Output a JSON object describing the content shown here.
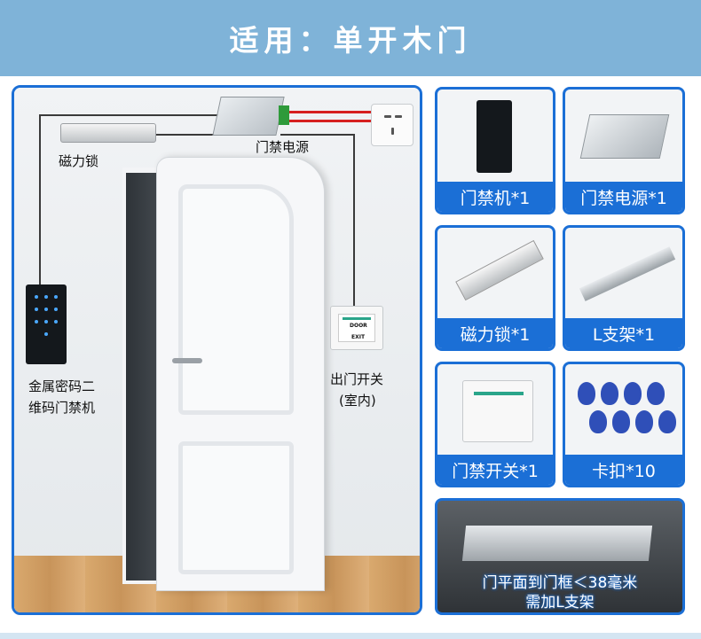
{
  "header": {
    "title": "适用：单开木门"
  },
  "scene": {
    "maglock_label": "磁力锁",
    "psu_label": "门禁电源",
    "keypad_label_line1": "金属密码二",
    "keypad_label_line2": "维码门禁机",
    "exit_label_line1": "出门开关",
    "exit_label_line2": "(室内)",
    "exit_button_top": "DOOR",
    "exit_button_bottom": "EXIT"
  },
  "cards": [
    {
      "caption": "门禁机*1"
    },
    {
      "caption": "门禁电源*1"
    },
    {
      "caption": "磁力锁*1"
    },
    {
      "caption": "L支架*1"
    },
    {
      "caption": "门禁开关*1"
    },
    {
      "caption": "卡扣*10"
    }
  ],
  "note": {
    "line1": "门平面到门框＜38毫米",
    "line2": "需加L支架"
  },
  "colors": {
    "accent": "#1b6fd6",
    "header_bg": "#7fb3d8"
  }
}
